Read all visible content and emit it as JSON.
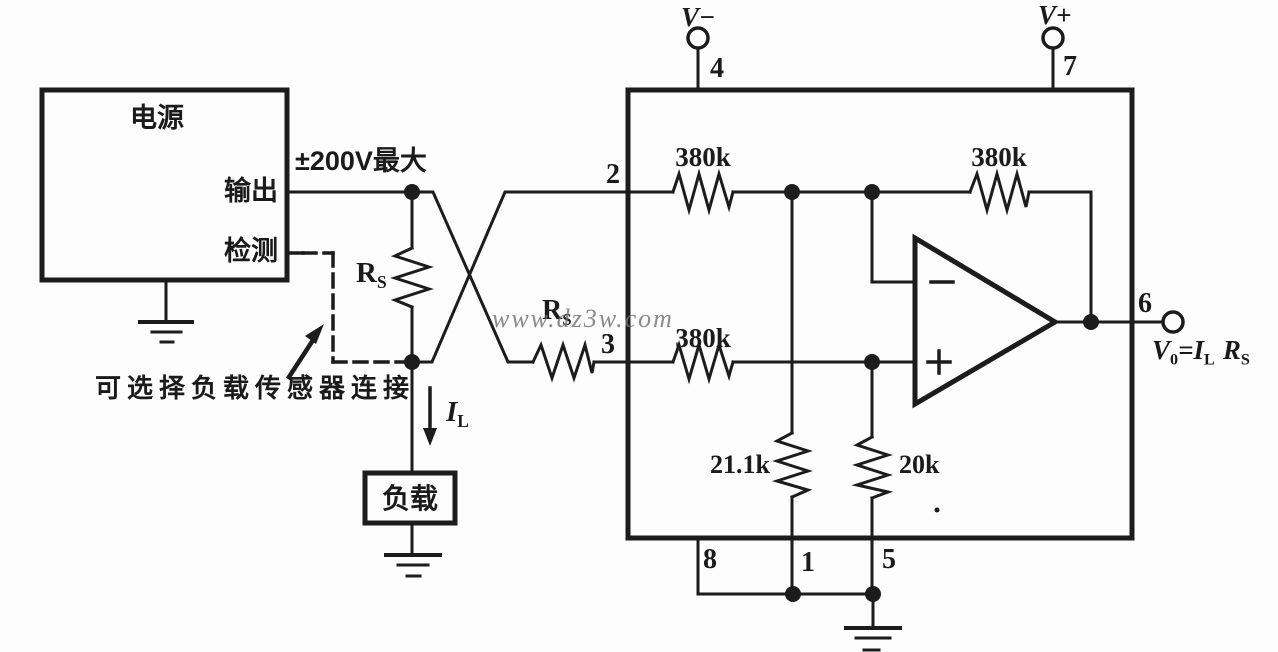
{
  "watermark": "www.dz3w.com",
  "supply_box": {
    "title": "电源",
    "output_label": "输出",
    "sense_label": "检测"
  },
  "annotations": {
    "max_voltage": "±200V最大",
    "optional_sense": "可选择负载传感器连接",
    "load": "负载"
  },
  "components": {
    "rs_shunt": {
      "base": "R",
      "sub": "S"
    },
    "rs_series": {
      "base": "R",
      "sub": "S"
    },
    "load_current": {
      "base": "I",
      "sub": "L"
    },
    "r_input_top": "380k",
    "r_feedback": "380k",
    "r_input_bottom": "380k",
    "r_gain_left": "21.1k",
    "r_gain_right": "20k"
  },
  "ic": {
    "pin_2": "2",
    "pin_3": "3",
    "pin_4": "4",
    "pin_7": "7",
    "pin_6": "6",
    "pin_8": "8",
    "pin_1": "1",
    "pin_5": "5",
    "v_minus": "V−",
    "v_plus": "V+"
  },
  "formula": {
    "v": "V",
    "v_sub": "0",
    "equals": "=",
    "i": "I",
    "i_sub": "L",
    "r": "R",
    "r_sub": "S"
  }
}
